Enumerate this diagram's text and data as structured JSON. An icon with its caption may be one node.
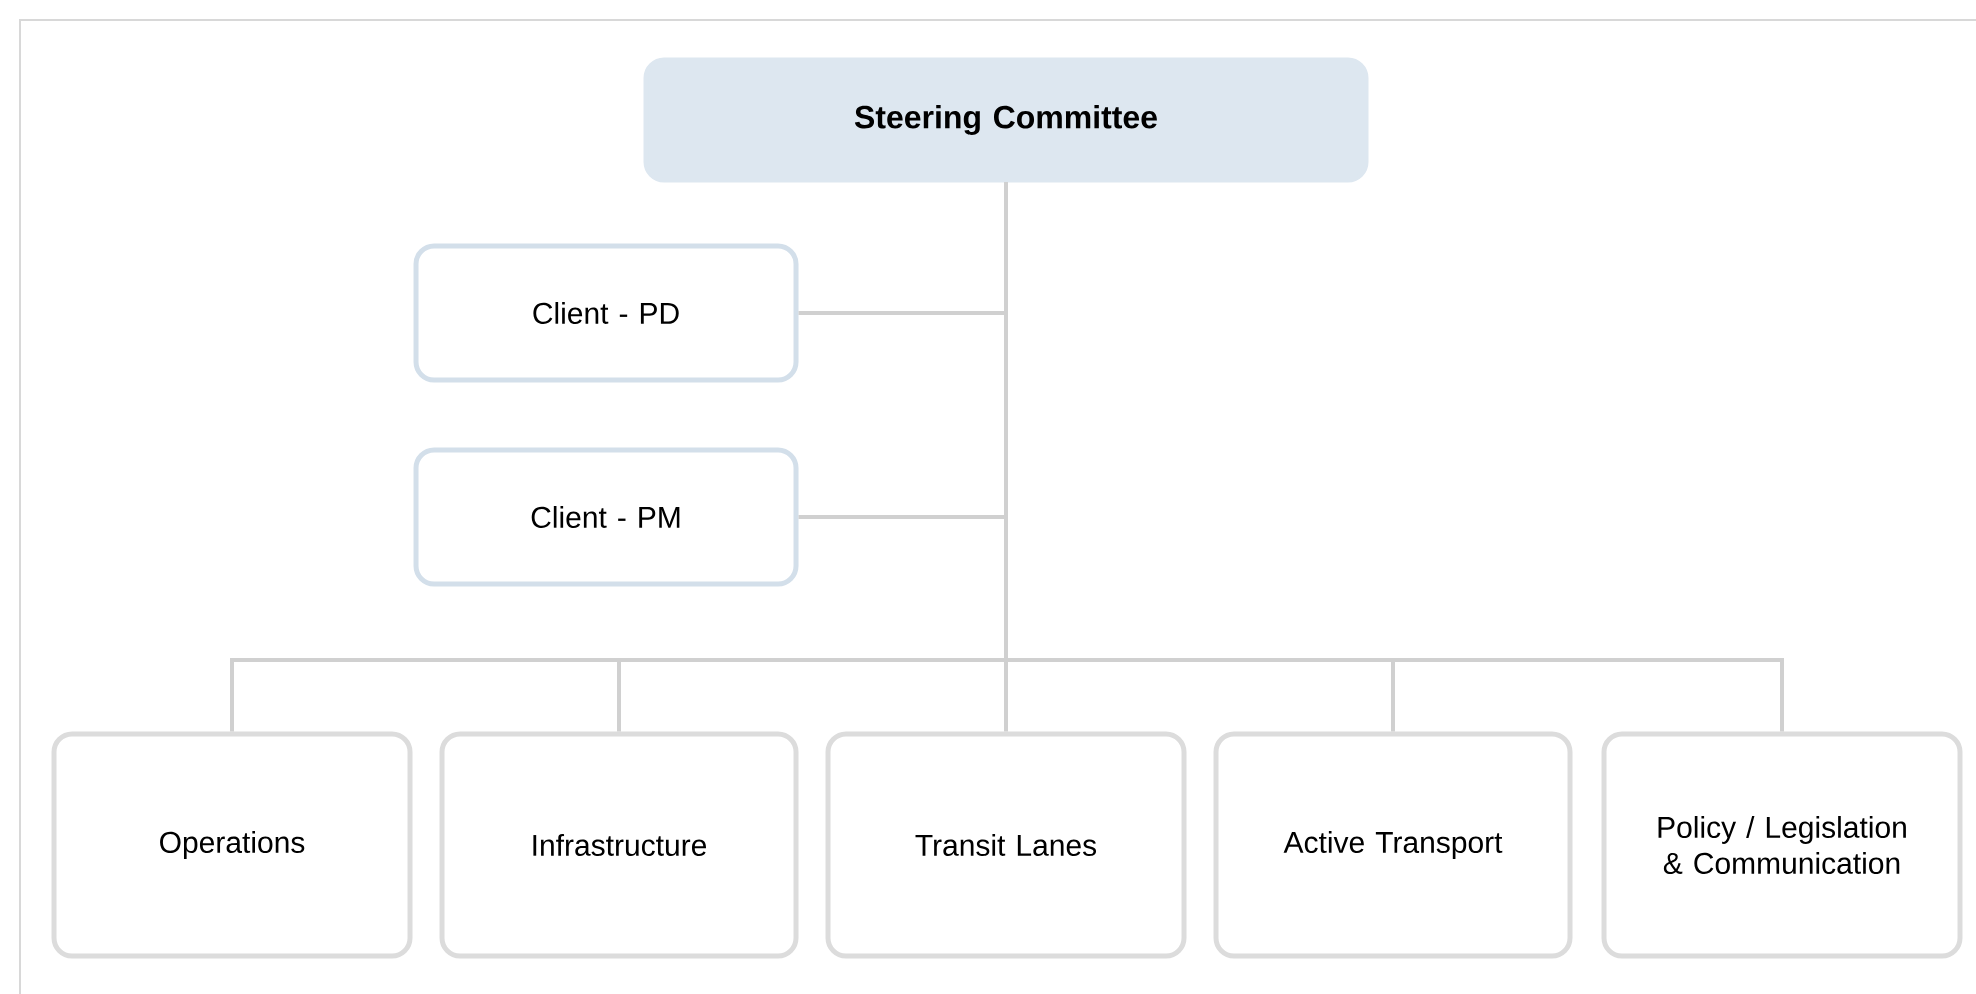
{
  "diagram": {
    "nodes": [
      {
        "text": [
          "Steering Committee"
        ]
      },
      {
        "text": [
          "Client - PD"
        ]
      },
      {
        "text": [
          "Client - PM"
        ]
      },
      {
        "text": [
          "Operations"
        ]
      },
      {
        "text": [
          "Infrastructure"
        ]
      },
      {
        "text": [
          "Transit Lanes"
        ]
      },
      {
        "text": [
          "Active Transport"
        ]
      },
      {
        "text": [
          "Policy / Legislation & Communication"
        ]
      }
    ],
    "edges": [
      {
        "from": 0,
        "to": 1,
        "arrow": "none"
      },
      {
        "from": 0,
        "to": 2,
        "arrow": "none"
      },
      {
        "from": 0,
        "to": 3,
        "arrow": "none"
      },
      {
        "from": 0,
        "to": 4,
        "arrow": "none"
      },
      {
        "from": 0,
        "to": 5,
        "arrow": "none"
      },
      {
        "from": 0,
        "to": 6,
        "arrow": "none"
      },
      {
        "from": 0,
        "to": 7,
        "arrow": "none"
      }
    ]
  }
}
